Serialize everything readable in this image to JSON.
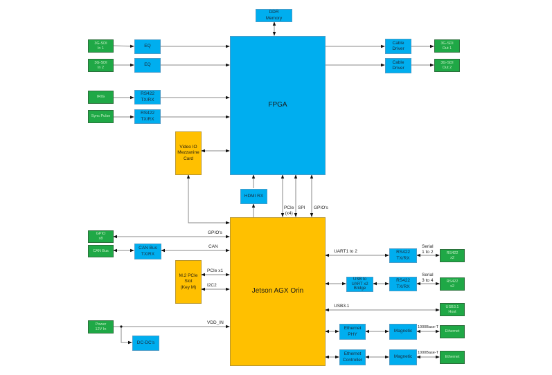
{
  "blocks": {
    "ddr": "DDR\nMemory",
    "fpga": "FPGA",
    "sdi_in1": "3G-SDI\nIn 1",
    "sdi_in2": "3G-SDI\nIn  2",
    "eq1": "EQ",
    "eq2": "EQ",
    "irig": "IRIG",
    "sync": "Sync Pulse",
    "rs422_irig": "RS422\nTX/RX",
    "rs422_sync": "RS422\nTX/RX",
    "cable1": "Cable\nDriver",
    "cable2": "Cable\nDriver",
    "sdi_out1": "3G-SDI\nOut 1",
    "sdi_out2": "3G-SDI\nOut 2",
    "video_io": "Video IO\nMezzanine\nCard",
    "hdmi_rx": "HDMI RX",
    "jetson": "Jetson AGX Orin",
    "gpio_x8": "GPIO\nx8",
    "can_bus": "CAN Bus",
    "can_txrx": "CAN Bus\nTX/RX",
    "m2": "M.2 PCIe\nSlot\n(Key M)",
    "power": "Power\n12V In",
    "dcdc": "DC-DC's",
    "rs422_a": "RS422\nTX/RX",
    "rs422_b": "RS422\nTX/RX",
    "rs422_x2_a": "RS422\nx2",
    "rs422_x2_b": "RS422\nx2",
    "usb_uart": "USB to\nUART x2\nBridge",
    "usb31_host": "USB3.1\nHost",
    "eth_phy": "Ethernet\nPHY",
    "eth_ctrl": "Ethernet\nController",
    "magnetic1": "Magnetic",
    "magnetic2": "Magnetic",
    "ethernet1": "Ethernet",
    "ethernet2": "Ethernet"
  },
  "labels": {
    "pcie_x4": "PCIe\n(x4)",
    "spi": "SPI",
    "gpios_top": "GPIO's",
    "gpios_left": "GPIO's",
    "can": "CAN",
    "pcie_x1": "PCIe x1",
    "i2c2": "I2C2",
    "vdd_in": "VDD_IN",
    "uart": "UART1 to 2",
    "serial12": "Serial\n1 to 2",
    "serial34": "Serial\n3 to 4",
    "usb31": "USB3.1",
    "base_t1": "1000Base-T",
    "base_t2": "1000Base-T"
  },
  "colors": {
    "processing": "#00aeef",
    "connector": "#1fa846",
    "compute": "#ffc000",
    "line": "#808080"
  }
}
